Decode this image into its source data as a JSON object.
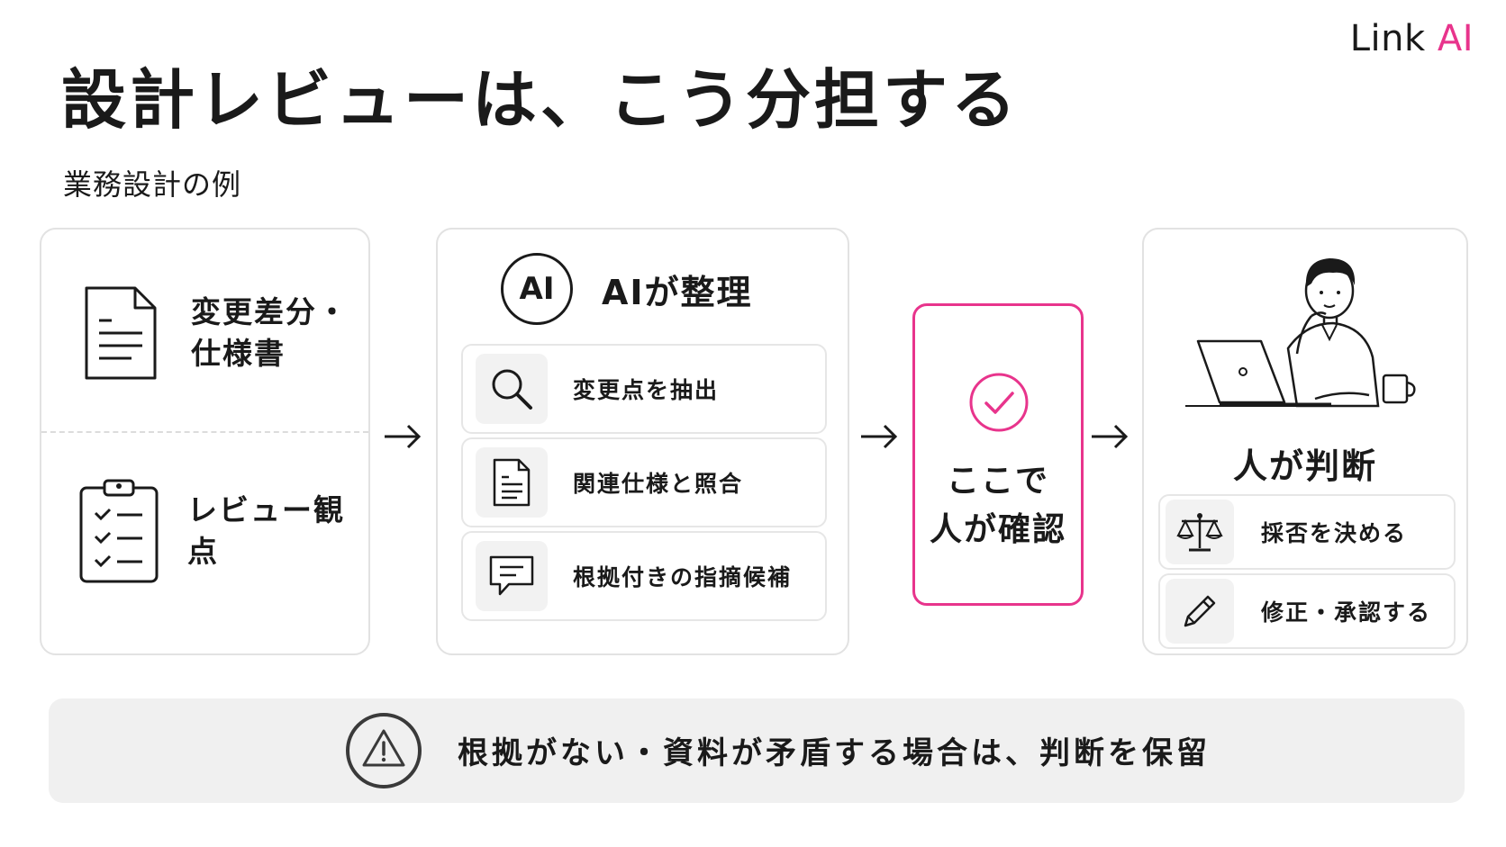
{
  "brand": {
    "prefix": "Link",
    "accent": "AI",
    "accent_color": "#e8348c"
  },
  "title": "設計レビューは、こう分担する",
  "subtitle": "業務設計の例",
  "inputs": {
    "document_label": "変更差分・\n仕様書",
    "checklist_label": "レビュー観点"
  },
  "ai": {
    "badge": "AI",
    "heading": "AIが整理",
    "steps": [
      {
        "icon": "search-icon",
        "label": "変更点を抽出"
      },
      {
        "icon": "document-icon",
        "label": "関連仕様と照合"
      },
      {
        "icon": "comment-icon",
        "label": "根拠付きの指摘候補"
      }
    ]
  },
  "confirm": {
    "text": "ここで\n人が確認",
    "icon": "check-circle-icon",
    "color": "#e8348c"
  },
  "human": {
    "heading": "人が判断",
    "steps": [
      {
        "icon": "scale-icon",
        "label": "採否を決める"
      },
      {
        "icon": "pencil-icon",
        "label": "修正・承認する"
      }
    ]
  },
  "note": {
    "icon": "warning-icon",
    "text": "根拠がない・資料が矛盾する場合は、判断を保留"
  }
}
